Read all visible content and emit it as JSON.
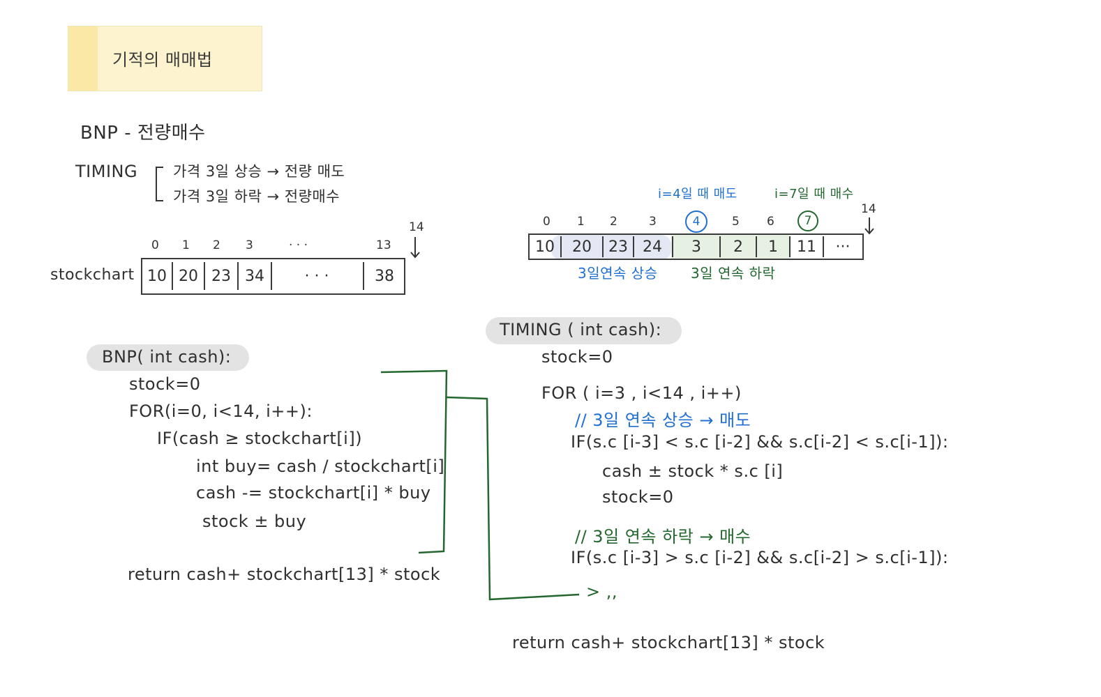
{
  "title": "기적의 매매법",
  "bnp_heading": "BNP - 전량매수",
  "timing_label": "TIMING",
  "timing_rules": [
    "가격 3일 상승 → 전량 매도",
    "가격 3일 하락 → 전량매수"
  ],
  "left_array": {
    "row_label": "stockchart",
    "indices": [
      "0",
      "1",
      "2",
      "3",
      "· · ·",
      "13"
    ],
    "end_index": "14",
    "values": [
      "10",
      "20",
      "23",
      "34",
      "· · ·",
      "38"
    ]
  },
  "right_array": {
    "indices": [
      "0",
      "1",
      "2",
      "3",
      "4",
      "5",
      "6",
      "7"
    ],
    "end_index": "14",
    "values": [
      "10",
      "20",
      "23",
      "24",
      "3",
      "2",
      "1",
      "11",
      "···"
    ],
    "note_sell": "i=4일 때 매도",
    "note_buy": "i=7일 때 매수",
    "label_rise": "3일연속 상승",
    "label_fall": "3일 연속 하락"
  },
  "bnp_code": {
    "signature": "BNP( int cash):",
    "lines": [
      "stock=0",
      "FOR(i=0, i<14, i++):",
      "IF(cash ≥ stockchart[i])",
      "int buy= cash / stockchart[i]",
      "cash -= stockchart[i] * buy",
      "stock ± buy",
      "return  cash+ stockchart[13] * stock"
    ]
  },
  "timing_code": {
    "signature": "TIMING ( int cash):",
    "lines": [
      "stock=0",
      "FOR ( i=3 , i<14 , i++)",
      "// 3일 연속 상승 → 매도",
      "IF(s.c [i-3] < s.c [i-2]  && s.c[i-2] < s.c[i-1]):",
      "cash ± stock * s.c [i]",
      "stock=0",
      "// 3일 연속 하락 → 매수",
      "IF(s.c [i-3] > s.c [i-2]  && s.c[i-2] > s.c[i-1]):",
      "> ,,",
      "return  cash+ stockchart[13] * stock"
    ]
  },
  "colors": {
    "blue": "#1f6fd1",
    "green": "#23672f",
    "note": "#fdf3cf"
  }
}
